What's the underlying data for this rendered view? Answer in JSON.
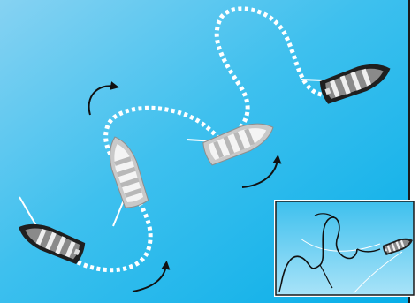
{
  "scene": {
    "colors": {
      "water_light": "#86d2f2",
      "water_mid": "#3ec0ee",
      "water_dark": "#07aee8",
      "trail": "#ffffff",
      "arrow": "#111111",
      "hull_dark": "#2a2a2a",
      "hull_light": "#d8d8d8",
      "border": "#1a1a1a"
    },
    "boats": [
      {
        "id": "boat-lower-left",
        "style": "dark"
      },
      {
        "id": "boat-center-left",
        "style": "light"
      },
      {
        "id": "boat-center",
        "style": "light"
      },
      {
        "id": "boat-upper-right",
        "style": "dark"
      }
    ],
    "arrows": [
      {
        "id": "arrow-top-left",
        "icon": "curved-arrow-icon"
      },
      {
        "id": "arrow-bottom-center",
        "icon": "curved-arrow-icon"
      },
      {
        "id": "arrow-center",
        "icon": "curved-arrow-icon"
      }
    ],
    "inset": {
      "description_icon": "inset-boat-tracks-icon"
    }
  }
}
